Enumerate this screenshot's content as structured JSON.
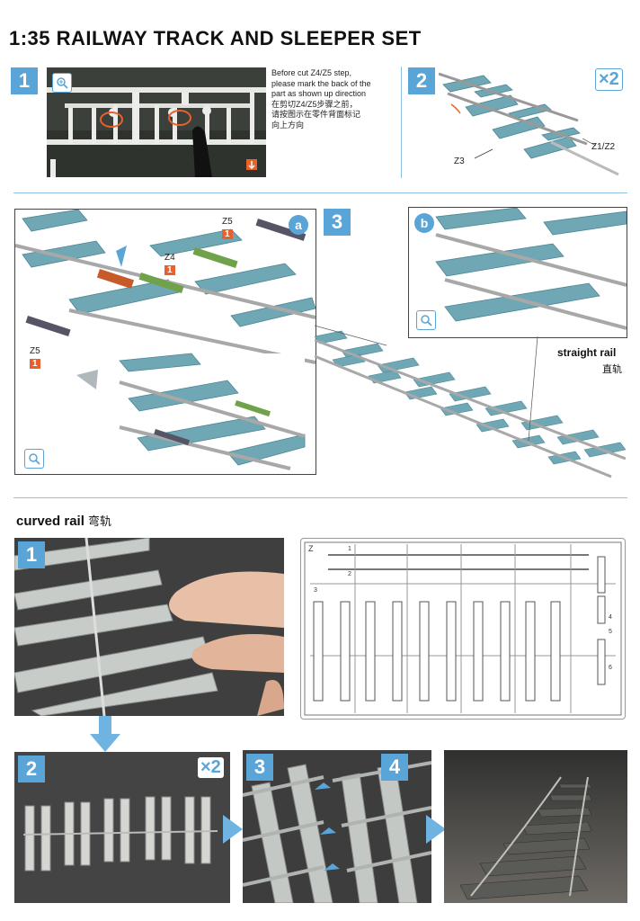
{
  "title": "1:35 RAILWAY TRACK AND SLEEPER SET",
  "step1": {
    "num": "1",
    "text_en_1": "Before cut Z4/Z5 step,",
    "text_en_2": "please mark the back of the",
    "text_en_3": "part as shown up direction",
    "text_cn_1": "在剪切Z4/Z5步骤之前，",
    "text_cn_2": "请按图示在零件背面标记",
    "text_cn_3": "向上方向"
  },
  "step2": {
    "num": "2",
    "multiplier": "×2",
    "label_z1z2": "Z1/Z2",
    "label_z3": "Z3"
  },
  "step3": {
    "num": "3",
    "sub_a": "a",
    "sub_b": "b",
    "z4": "Z4",
    "z5_top": "Z5",
    "z5_left": "Z5",
    "tag": "1",
    "straight_en": "straight rail",
    "straight_cn": "直轨"
  },
  "curved": {
    "title_en": "curved rail",
    "title_cn": "弯轨",
    "step1": "1",
    "step2": "2",
    "step2_mult": "×2",
    "step3": "3",
    "step4": "4",
    "sprue_letter": "Z",
    "sprue_parts": [
      "1",
      "2",
      "3",
      "4",
      "5",
      "6"
    ]
  },
  "colors": {
    "accent": "#5aa5d8",
    "sleeper": "#6fa8b4",
    "tag": "#e8602c"
  }
}
